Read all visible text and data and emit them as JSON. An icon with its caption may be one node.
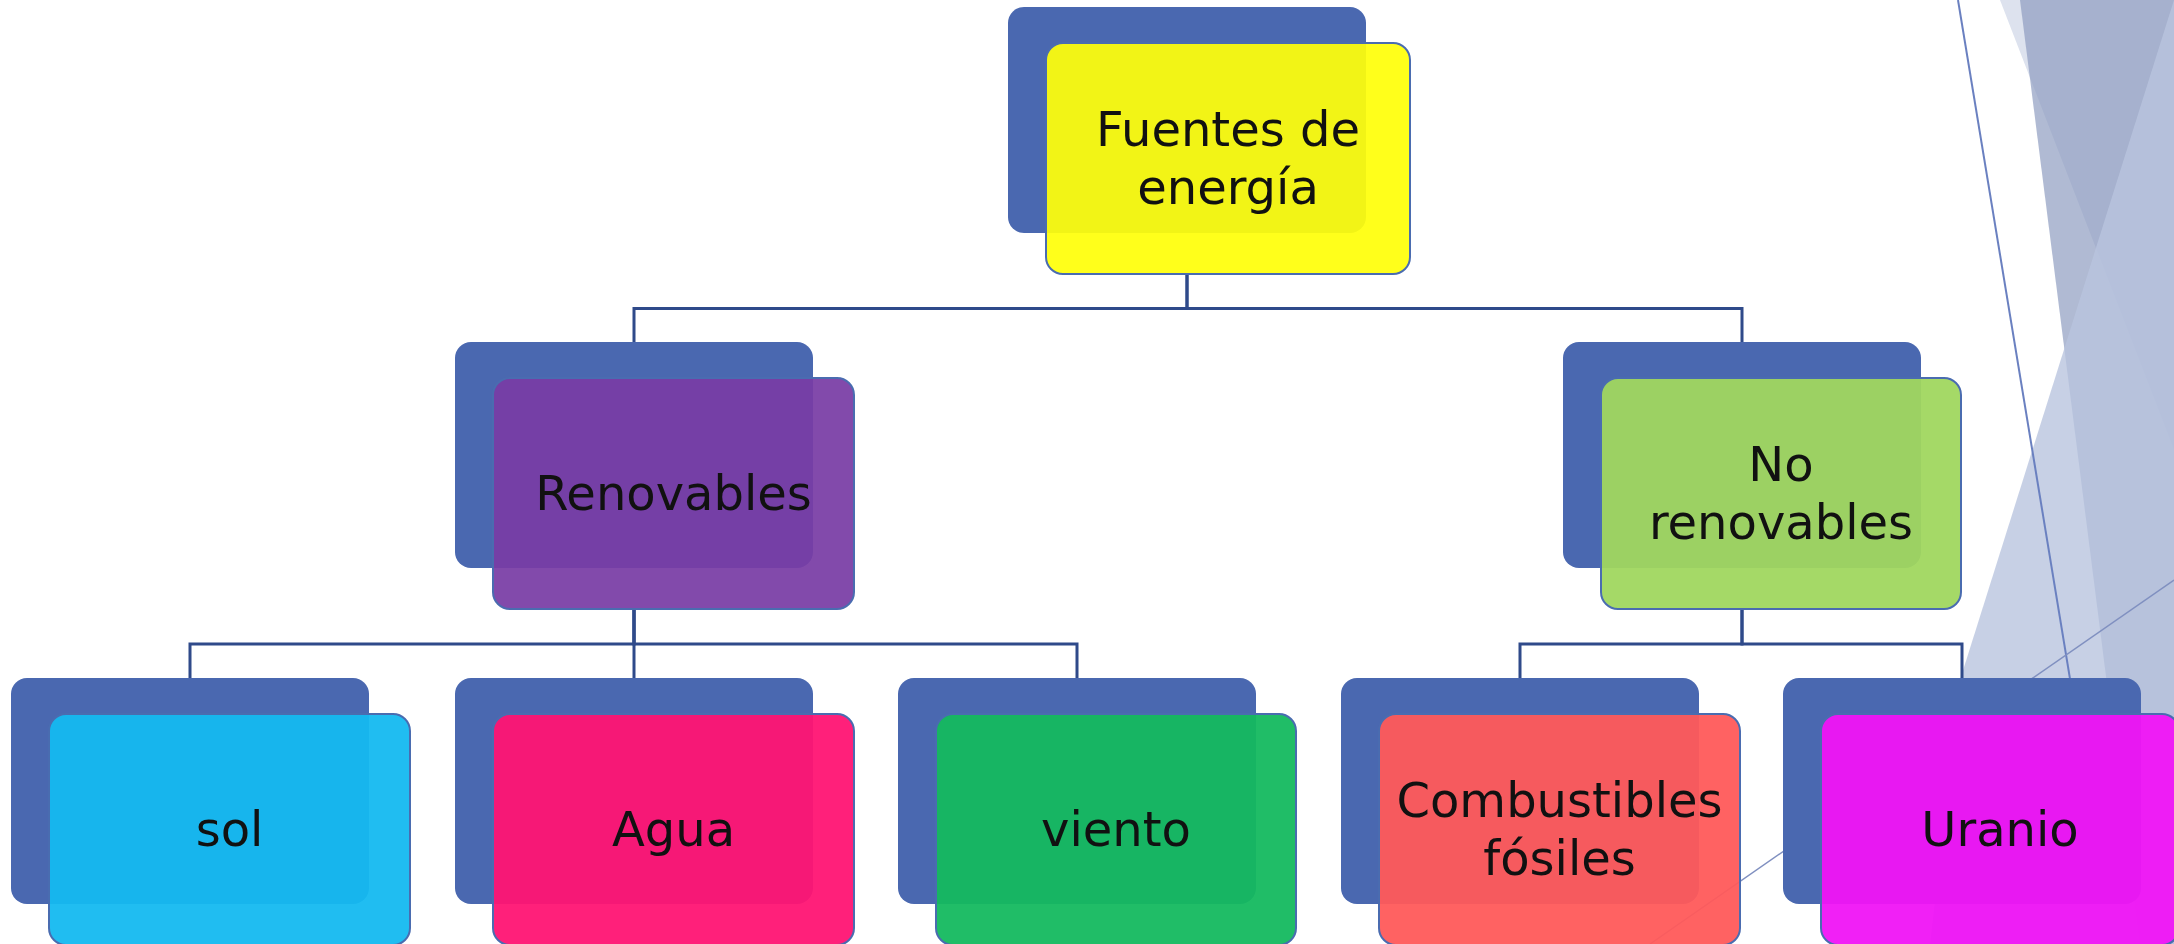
{
  "diagram": {
    "nodes": [
      {
        "text": [
          "Fuentes de energía"
        ]
      },
      {
        "text": [
          "Renovables"
        ]
      },
      {
        "text": [
          "No renovables"
        ]
      },
      {
        "text": [
          "sol"
        ]
      },
      {
        "text": [
          "Agua"
        ]
      },
      {
        "text": [
          "viento"
        ]
      },
      {
        "text": [
          "Combustibles fósiles"
        ]
      },
      {
        "text": [
          "Uranio"
        ]
      }
    ],
    "edges": [
      {
        "from": 0,
        "to": 1,
        "arrow": "none"
      },
      {
        "from": 0,
        "to": 2,
        "arrow": "none"
      },
      {
        "from": 1,
        "to": 3,
        "arrow": "none"
      },
      {
        "from": 1,
        "to": 4,
        "arrow": "none"
      },
      {
        "from": 1,
        "to": 5,
        "arrow": "none"
      },
      {
        "from": 2,
        "to": 6,
        "arrow": "none"
      },
      {
        "from": 2,
        "to": 7,
        "arrow": "none"
      }
    ]
  }
}
